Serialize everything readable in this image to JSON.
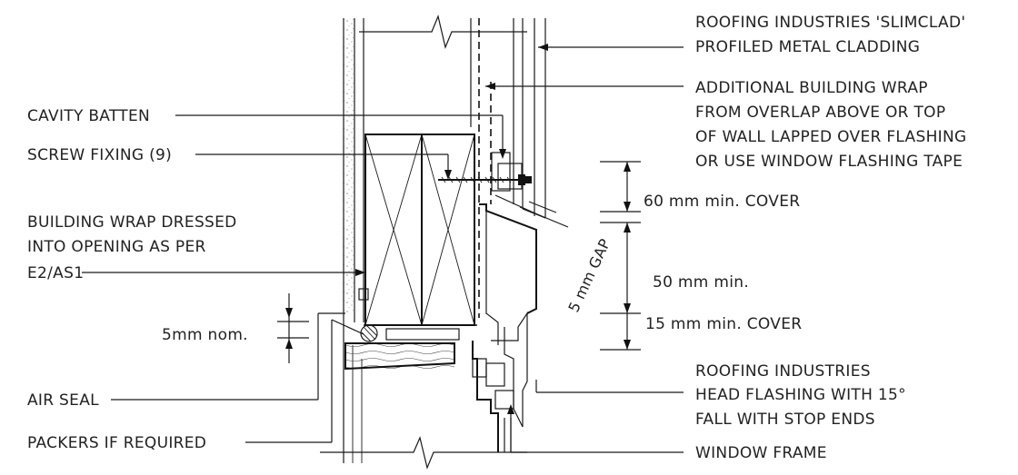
{
  "labels": {
    "cladding_l1": "ROOFING INDUSTRIES 'SLIMCLAD'",
    "cladding_l2": "PROFILED METAL CLADDING",
    "wrap_l1": "ADDITIONAL BUILDING WRAP",
    "wrap_l2": "FROM OVERLAP ABOVE OR TOP",
    "wrap_l3": "OF WALL LAPPED OVER FLASHING",
    "wrap_l4": "OR USE WINDOW FLASHING TAPE",
    "cavity_batten": "CAVITY BATTEN",
    "screw_fixing": "SCREW FIXING (9)",
    "bwrap_l1": "BUILDING WRAP DRESSED",
    "bwrap_l2": "INTO OPENING AS PER",
    "bwrap_l3": "E2/AS1",
    "nom_5mm": "5mm nom.",
    "air_seal": "AIR SEAL",
    "packers": "PACKERS IF REQUIRED",
    "cover_60": "60 mm min. COVER",
    "gap_5": "5 mm GAP",
    "min_50": "50 mm min.",
    "cover_15": "15 mm min. COVER",
    "head_l1": "ROOFING INDUSTRIES",
    "head_l2": "HEAD FLASHING WITH 15°",
    "head_l3": "FALL WITH STOP ENDS",
    "window_frame": "WINDOW FRAME"
  }
}
